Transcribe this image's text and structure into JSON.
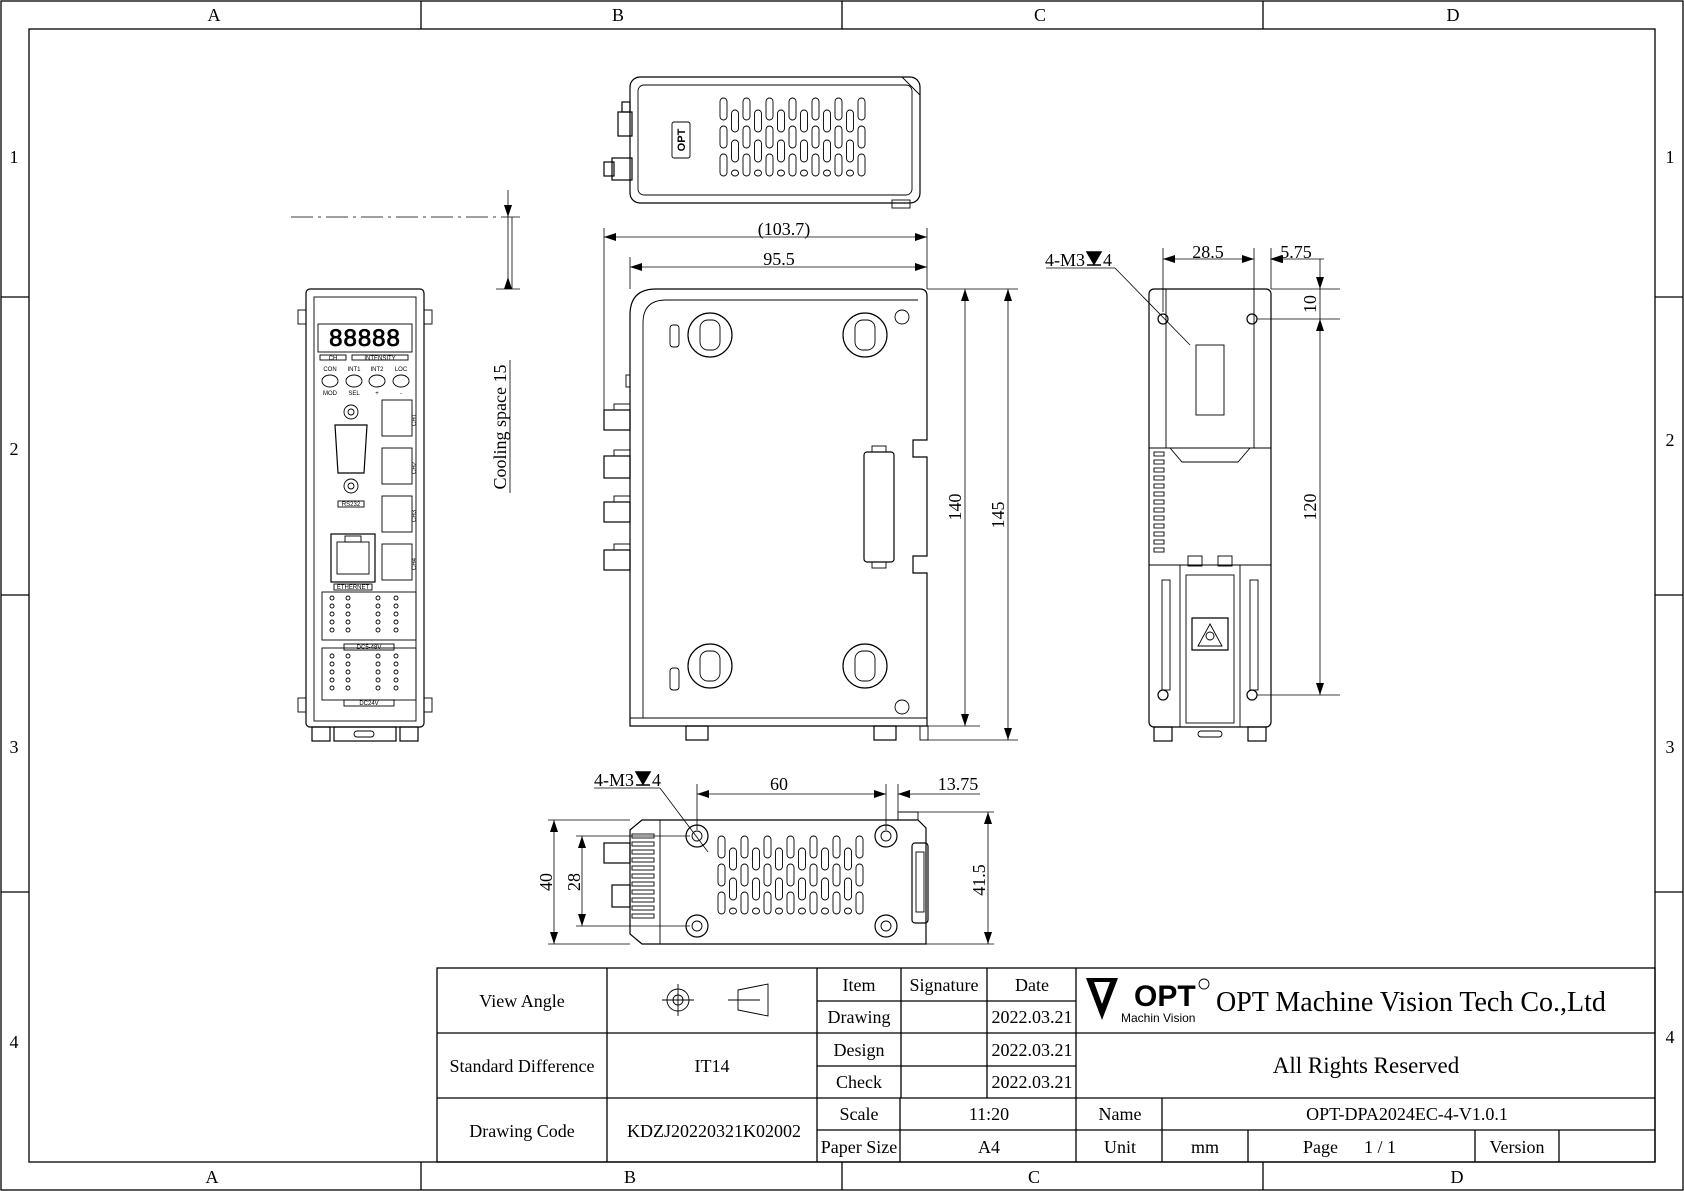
{
  "zones": {
    "columns": [
      "A",
      "B",
      "C",
      "D"
    ],
    "rows": [
      "1",
      "2",
      "3",
      "4"
    ]
  },
  "dimensions": {
    "overall_width": "(103.7)",
    "body_width": "95.5",
    "height_140": "140",
    "height_145": "145",
    "cooling": "Cooling space 15",
    "side_28_5": "28.5",
    "side_5_75": "5.75",
    "side_10": "10",
    "side_120": "120",
    "thread_side": "4-M3",
    "thread_side_depth": "4",
    "bottom_60": "60",
    "bottom_13_75": "13.75",
    "bottom_40": "40",
    "bottom_28": "28",
    "bottom_41_5": "41.5",
    "thread_bottom": "4-M3",
    "thread_bottom_depth": "4"
  },
  "front_panel": {
    "display": "88888",
    "labels": [
      "CH",
      "INTENSITY",
      "CON",
      "INT1",
      "INT2",
      "LOC",
      "MOD",
      "SEL",
      "+",
      "-",
      "RS232",
      "ETHERNET",
      "DC5-48V",
      "DC24V",
      "CH1",
      "CH2",
      "CH3",
      "CH4"
    ]
  },
  "top_logo": "OPT",
  "title_block": {
    "view_angle_label": "View Angle",
    "standard_difference_label": "Standard Difference",
    "standard_difference_value": "IT14",
    "drawing_code_label": "Drawing Code",
    "drawing_code_value": "KDZJ20220321K02002",
    "item_label": "Item",
    "signature_label": "Signature",
    "date_label": "Date",
    "rows": [
      {
        "item": "Drawing",
        "signature": "",
        "date": "2022.03.21"
      },
      {
        "item": "Design",
        "signature": "",
        "date": "2022.03.21"
      },
      {
        "item": "Check",
        "signature": "",
        "date": "2022.03.21"
      }
    ],
    "scale_label": "Scale",
    "scale_value": "11:20",
    "paper_size_label": "Paper Size",
    "paper_size_value": "A4",
    "company_logo": "OPT",
    "company_logo_sub": "Machin Vision",
    "company_name": "OPT Machine Vision Tech Co.,Ltd",
    "rights": "All Rights Reserved",
    "name_label": "Name",
    "name_value": "OPT-DPA2024EC-4-V1.0.1",
    "unit_label": "Unit",
    "unit_value": "mm",
    "page_label": "Page",
    "page_value": "1 / 1",
    "version_label": "Version",
    "version_value": ""
  }
}
